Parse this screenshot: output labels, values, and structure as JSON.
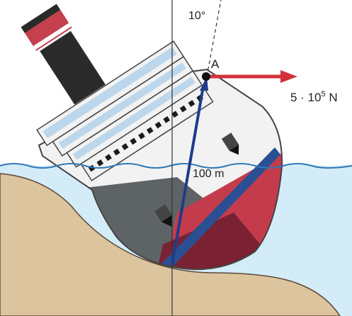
{
  "labels": {
    "angle": "10°",
    "point": "A",
    "force_base": "5 · 10",
    "force_exp": "5",
    "force_unit": " N",
    "length": "100 m"
  },
  "colors": {
    "water": "#d4ecf8",
    "water_line": "#2f78b6",
    "sand": "#dcc49f",
    "sand_edge": "#5a4a35",
    "hull_white": "#f2f2f2",
    "hull_grey": "#5e6366",
    "hull_red": "#c43c4c",
    "hull_red_dark": "#7a2234",
    "stripe": "#2a4f93",
    "window_blue": "#bcd7ec",
    "funnel_red": "#c4404c",
    "funnel_black": "#2a2a2a",
    "force_arrow": "#d2323c",
    "length_arrow": "#1f3c8a"
  },
  "icons": {
    "anchor_upper": "anchor-icon",
    "anchor_lower": "anchor-icon"
  }
}
